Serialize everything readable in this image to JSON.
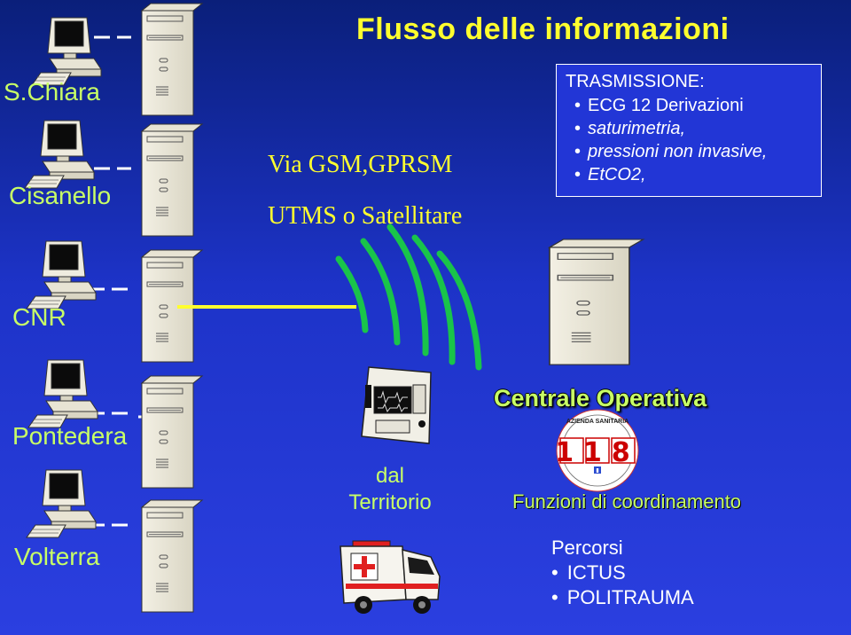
{
  "title": "Flusso delle informazioni",
  "sites": {
    "santa_chiara": "S.Chiara",
    "cisanello": "Cisanello",
    "cnr": "CNR",
    "pontedera": "Pontedera",
    "volterra": "Volterra"
  },
  "transmission_channel": {
    "line1": "Via GSM,GPRSM",
    "line2": "UTMS o Satellitare"
  },
  "trasmissione": {
    "heading": "TRASMISSIONE:",
    "items": [
      "ECG 12 Derivazioni",
      "saturimetria,",
      "pressioni non invasive,",
      "EtCO2,"
    ]
  },
  "centrale": {
    "title": "Centrale Operativa",
    "logo_number": "118",
    "logo_ring_text": "AZIENDA SANITARIA",
    "subtitle": "Funzioni di coordinamento"
  },
  "dal_territorio": {
    "line1": "dal",
    "line2": "Territorio"
  },
  "percorsi": {
    "heading": "Percorsi",
    "items": [
      "ICTUS",
      "POLITRAUMA"
    ]
  },
  "colors": {
    "background": "#1d33c8",
    "title": "#ffff2e",
    "site_label": "#c8ff66",
    "signal_wave": "#19c44a",
    "connector": "#ffffff"
  },
  "icons": [
    "workstation-icon",
    "tower-server-icon",
    "signal-wave-icon",
    "defibrillator-icon",
    "ambulance-icon",
    "logo-118-icon"
  ]
}
